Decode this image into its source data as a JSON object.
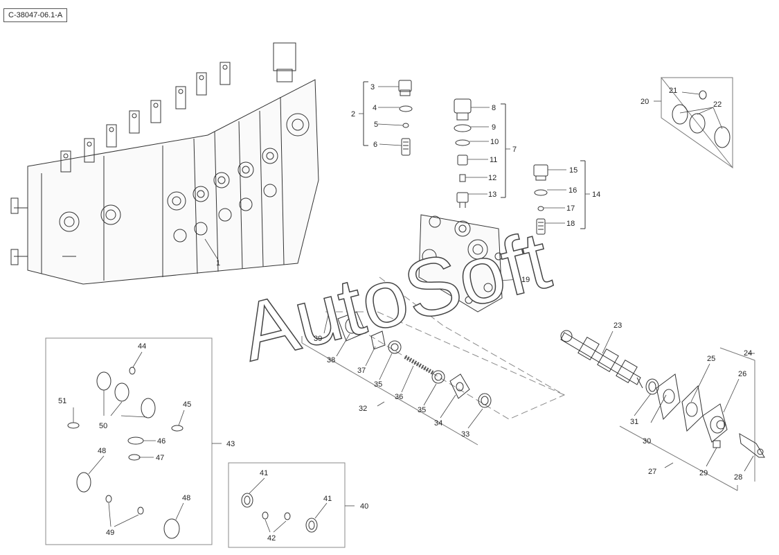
{
  "diagram": {
    "reference": "C-38047-06.1-A",
    "watermark": "AutoSoft",
    "callouts": [
      {
        "id": "1",
        "text": "1"
      },
      {
        "id": "2",
        "text": "2"
      },
      {
        "id": "3",
        "text": "3"
      },
      {
        "id": "4",
        "text": "4"
      },
      {
        "id": "5",
        "text": "5"
      },
      {
        "id": "6",
        "text": "6"
      },
      {
        "id": "7",
        "text": "7"
      },
      {
        "id": "8",
        "text": "8"
      },
      {
        "id": "9",
        "text": "9"
      },
      {
        "id": "10",
        "text": "10"
      },
      {
        "id": "11",
        "text": "11"
      },
      {
        "id": "12",
        "text": "12"
      },
      {
        "id": "13",
        "text": "13"
      },
      {
        "id": "14",
        "text": "14"
      },
      {
        "id": "15",
        "text": "15"
      },
      {
        "id": "16",
        "text": "16"
      },
      {
        "id": "17",
        "text": "17"
      },
      {
        "id": "18",
        "text": "18"
      },
      {
        "id": "19",
        "text": "19"
      },
      {
        "id": "20",
        "text": "20"
      },
      {
        "id": "21",
        "text": "21"
      },
      {
        "id": "22",
        "text": "22"
      },
      {
        "id": "23",
        "text": "23"
      },
      {
        "id": "24",
        "text": "24"
      },
      {
        "id": "25",
        "text": "25"
      },
      {
        "id": "26",
        "text": "26"
      },
      {
        "id": "27",
        "text": "27"
      },
      {
        "id": "28",
        "text": "28"
      },
      {
        "id": "29",
        "text": "29"
      },
      {
        "id": "30",
        "text": "30"
      },
      {
        "id": "31",
        "text": "31"
      },
      {
        "id": "32",
        "text": "32"
      },
      {
        "id": "33",
        "text": "33"
      },
      {
        "id": "34",
        "text": "34"
      },
      {
        "id": "35a",
        "text": "35"
      },
      {
        "id": "35b",
        "text": "35"
      },
      {
        "id": "36",
        "text": "36"
      },
      {
        "id": "37",
        "text": "37"
      },
      {
        "id": "38",
        "text": "38"
      },
      {
        "id": "39",
        "text": "39"
      },
      {
        "id": "40",
        "text": "40"
      },
      {
        "id": "41a",
        "text": "41"
      },
      {
        "id": "41b",
        "text": "41"
      },
      {
        "id": "42",
        "text": "42"
      },
      {
        "id": "43",
        "text": "43"
      },
      {
        "id": "44",
        "text": "44"
      },
      {
        "id": "45",
        "text": "45"
      },
      {
        "id": "46",
        "text": "46"
      },
      {
        "id": "47",
        "text": "47"
      },
      {
        "id": "48a",
        "text": "48"
      },
      {
        "id": "48b",
        "text": "48"
      },
      {
        "id": "49",
        "text": "49"
      },
      {
        "id": "50",
        "text": "50"
      },
      {
        "id": "51",
        "text": "51"
      }
    ]
  }
}
